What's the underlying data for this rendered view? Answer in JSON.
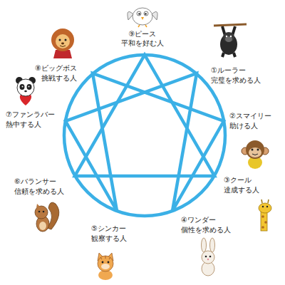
{
  "diagram": {
    "labels": [
      "⑨ピース",
      "平和を好む人",
      "①ルーラー",
      "完璧を求める人",
      "②スマイリー",
      "助ける人",
      "③クール",
      "達成する人",
      "④ワンダー",
      "個性を求める人",
      "⑤シンカー",
      "観察する人",
      "⑥バランサー",
      "信頼を求める人",
      "⑦ファンラバー",
      "熱中する人",
      "⑧ビッグボス",
      "挑戦する人"
    ]
  }
}
